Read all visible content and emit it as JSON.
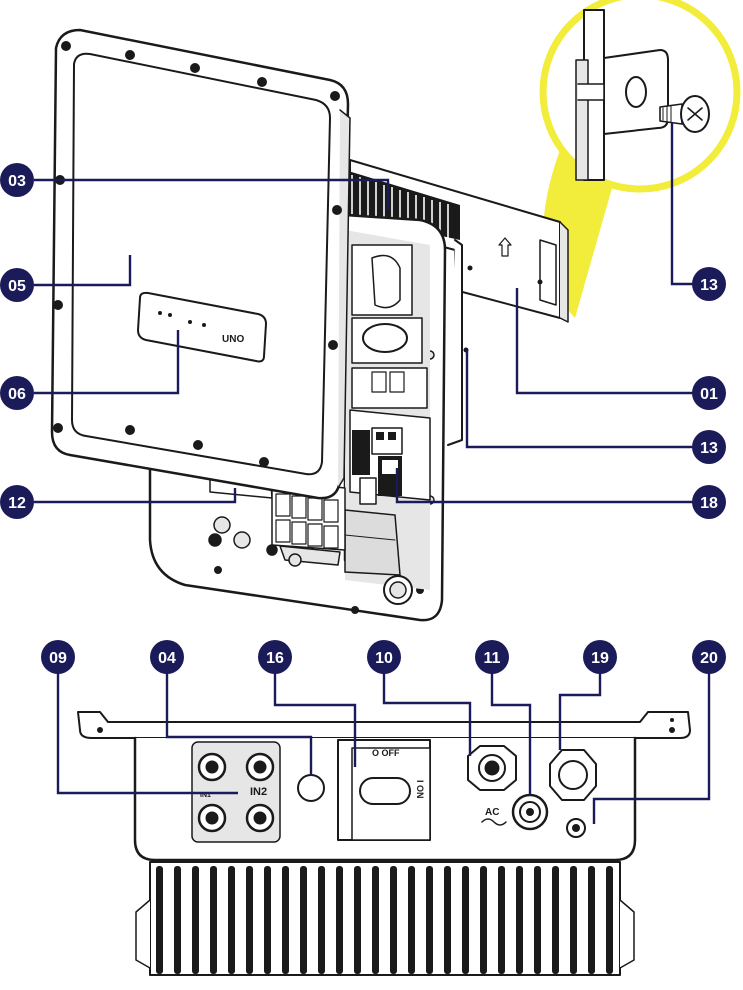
{
  "callouts": {
    "c01": "01",
    "c03": "03",
    "c04": "04",
    "c05": "05",
    "c06": "06",
    "c09": "09",
    "c10": "10",
    "c11": "11",
    "c12": "12",
    "c13a": "13",
    "c13b": "13",
    "c16": "16",
    "c18": "18",
    "c19": "19",
    "c20": "20"
  },
  "device_text": {
    "logo": "UNO",
    "switch_off": "O OFF",
    "switch_on": "I ON",
    "dc_in1": "IN1",
    "dc_in2": "IN2",
    "ac": "AC"
  },
  "colors": {
    "callout": "#1b1b5a",
    "highlight": "#f2ec3a",
    "line": "#1a1a1a"
  }
}
